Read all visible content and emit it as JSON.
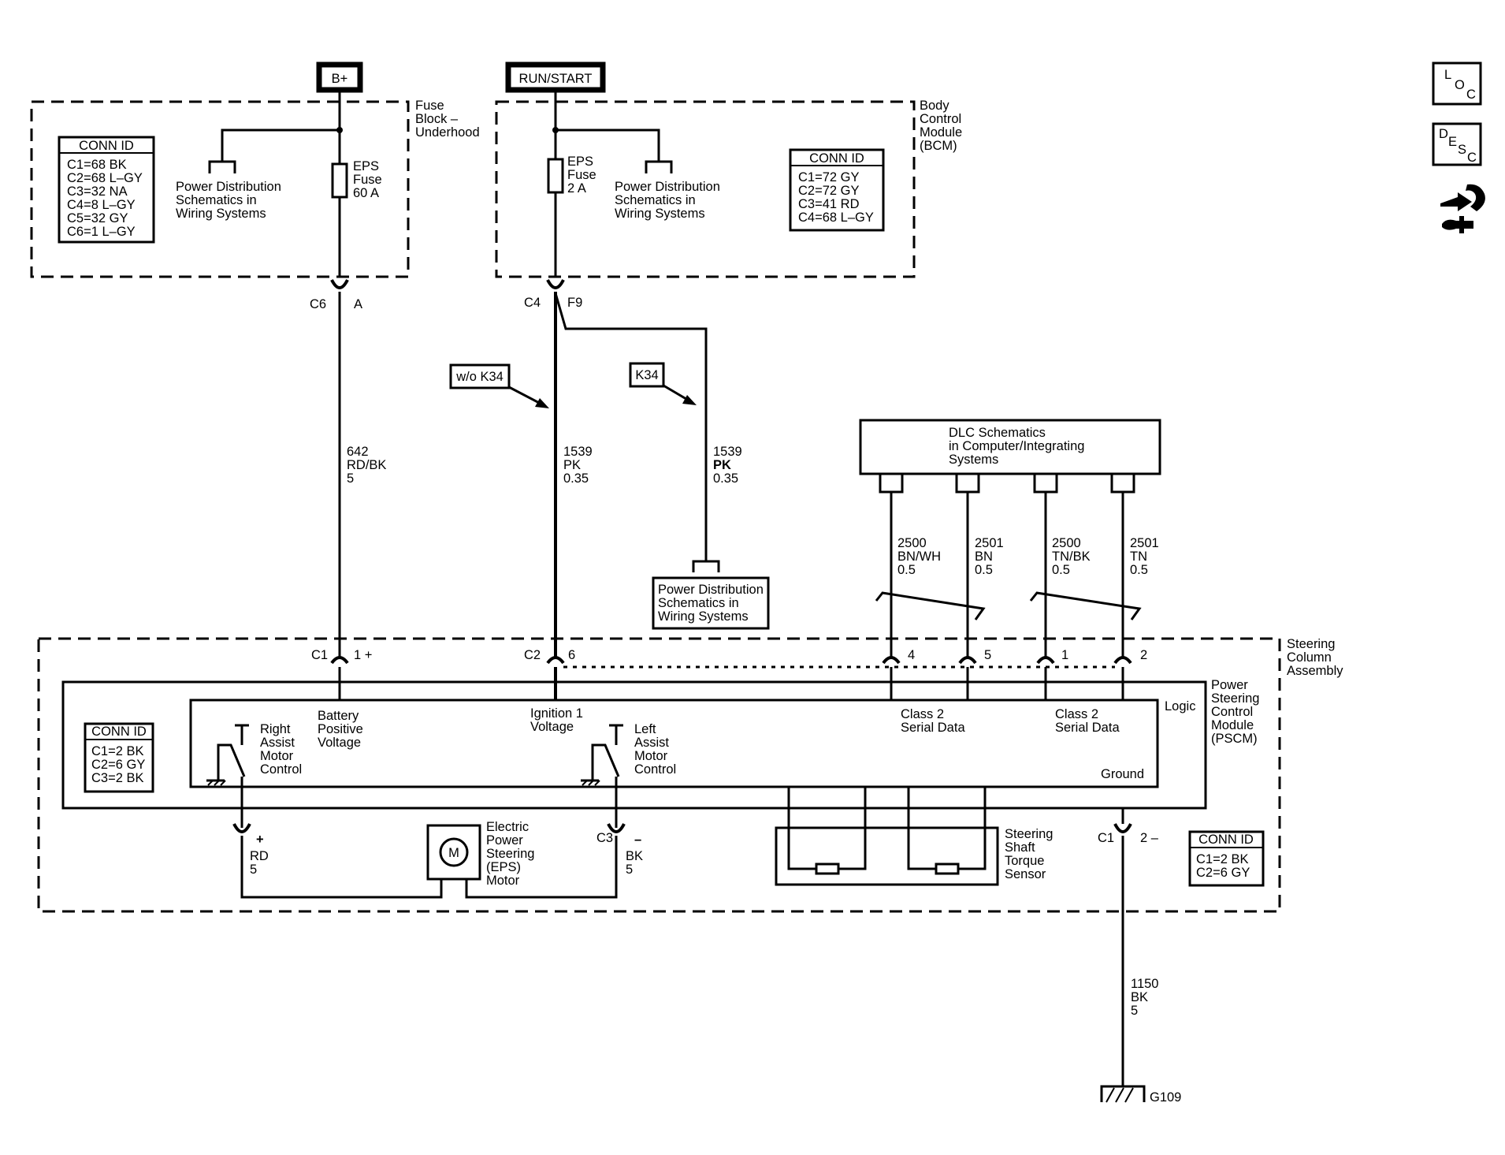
{
  "headers": {
    "bplus": "B+",
    "runstart": "RUN/START"
  },
  "fuse_block": {
    "label": [
      "Fuse",
      "Block –",
      "Underhood"
    ],
    "conn_title": "CONN ID",
    "conn": [
      "C1=68 BK",
      "C2=68 L–GY",
      "C3=32 NA",
      "C4=8 L–GY",
      "C5=32 GY",
      "C6=1 L–GY"
    ],
    "pd_text": [
      "Power Distribution",
      "Schematics in",
      "Wiring Systems"
    ],
    "fuse_text": [
      "EPS",
      "Fuse",
      "60 A"
    ]
  },
  "bcm": {
    "label": [
      "Body",
      "Control",
      "Module",
      "(BCM)"
    ],
    "conn_title": "CONN ID",
    "conn": [
      "C1=72 GY",
      "C2=72 GY",
      "C3=41 RD",
      "C4=68 L–GY"
    ],
    "pd_text": [
      "Power Distribution",
      "Schematics in",
      "Wiring Systems"
    ],
    "fuse_text": [
      "EPS",
      "Fuse",
      "2 A"
    ]
  },
  "connectors": {
    "c6": "C6",
    "c6_pin": "A",
    "c4": "C4",
    "c4_pin": "F9",
    "c1a": "C1",
    "c1a_pin": "1 +",
    "c2": "C2",
    "c2_pin": "6",
    "pin4": "4",
    "pin5": "5",
    "pin1": "1",
    "pin2": "2",
    "plus": "+",
    "minus": "–",
    "c3": "C3",
    "c1b": "C1",
    "c1b_pin": "2 –"
  },
  "options": {
    "wo_k34": "w/o K34",
    "k34": "K34"
  },
  "wires": {
    "w642": [
      "642",
      "RD/BK",
      "5"
    ],
    "w1539a": [
      "1539",
      "PK",
      "0.35"
    ],
    "w1539b": [
      "1539",
      "PK",
      "0.35"
    ],
    "w2500a": [
      "2500",
      "BN/WH",
      "0.5"
    ],
    "w2501a": [
      "2501",
      "BN",
      "0.5"
    ],
    "w2500b": [
      "2500",
      "TN/BK",
      "0.5"
    ],
    "w2501b": [
      "2501",
      "TN",
      "0.5"
    ],
    "w_rd": [
      "RD",
      "5"
    ],
    "w_bk": [
      "BK",
      "5"
    ],
    "w1150": [
      "1150",
      "BK",
      "5"
    ]
  },
  "dlc": [
    "DLC Schematics",
    "in Computer/Integrating",
    "Systems"
  ],
  "pd_box": [
    "Power Distribution",
    "Schematics in",
    "Wiring Systems"
  ],
  "steering": {
    "label": [
      "Steering",
      "Column",
      "Assembly"
    ],
    "pscm_label": [
      "Power",
      "Steering",
      "Control",
      "Module",
      "(PSCM)"
    ],
    "logic": "Logic",
    "battery": [
      "Battery",
      "Positive",
      "Voltage"
    ],
    "ignition": [
      "Ignition 1",
      "Voltage"
    ],
    "class2a": [
      "Class 2",
      "Serial Data"
    ],
    "class2b": [
      "Class 2",
      "Serial Data"
    ],
    "right_assist": [
      "Right",
      "Assist",
      "Motor",
      "Control"
    ],
    "left_assist": [
      "Left",
      "Assist",
      "Motor",
      "Control"
    ],
    "ground": "Ground",
    "conn_title": "CONN ID",
    "conn_left": [
      "C1=2 BK",
      "C2=6 GY",
      "C3=2 BK"
    ],
    "conn_right_title": "CONN ID",
    "conn_right": [
      "C1=2 BK",
      "C2=6 GY"
    ],
    "motor_symbol": "M",
    "motor_label": [
      "Electric",
      "Power",
      "Steering",
      "(EPS)",
      "Motor"
    ],
    "torque_label": [
      "Steering",
      "Shaft",
      "Torque",
      "Sensor"
    ]
  },
  "ground_id": "G109",
  "side_icons": {
    "loc": [
      "L",
      "O",
      "C"
    ],
    "desc": [
      "D",
      "E",
      "S",
      "C"
    ],
    "icon_names": [
      "loc-icon",
      "desc-icon",
      "connector-tool-icon"
    ]
  }
}
